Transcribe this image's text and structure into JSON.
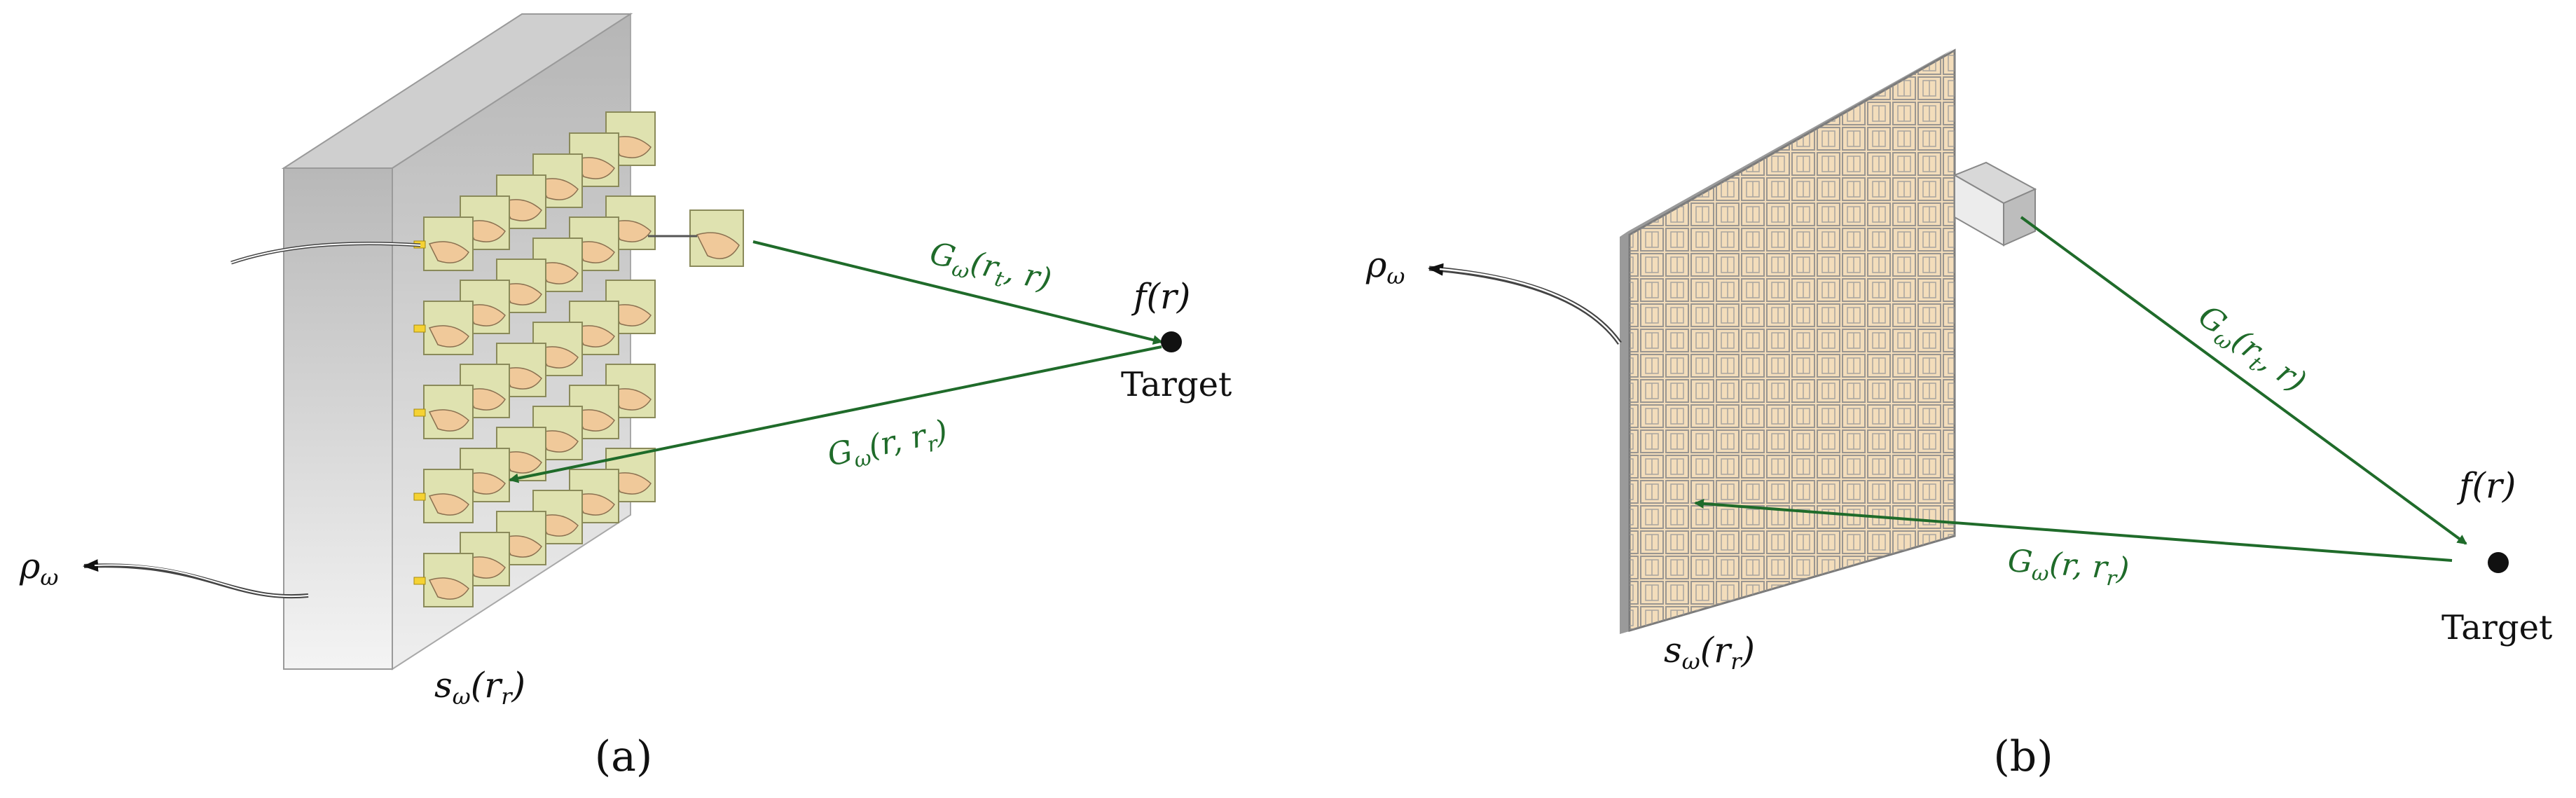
{
  "colors": {
    "arrow_green": "#1f6b2a",
    "panel_beige": "#f3ddbb",
    "panel_cell_line": "#8a8a8a",
    "box_gray": "#c9c9c9",
    "horn_fill": "#e7d29a",
    "feed_yellow": "#f5d233",
    "target": "#111111"
  },
  "panel_a": {
    "caption": "(a)",
    "label_rho": "ρ",
    "label_rho_sub": "ω",
    "label_s": "s",
    "label_s_sub": "ω",
    "label_s_arg": "(r",
    "label_s_arg_sub": "r",
    "label_s_close": ")",
    "tx_path_label": "G",
    "tx_path_sub": "ω",
    "tx_path_args": "(r",
    "tx_path_args_sub": "t",
    "tx_path_args_tail": ", r)",
    "rx_path_label": "G",
    "rx_path_sub": "ω",
    "rx_path_args": "(r, r",
    "rx_path_args_sub": "r",
    "rx_path_args_tail": ")",
    "target_func": "f(r)",
    "target_label": "Target"
  },
  "panel_b": {
    "caption": "(b)",
    "label_rho": "ρ",
    "label_rho_sub": "ω",
    "label_s": "s",
    "label_s_sub": "ω",
    "label_s_arg": "(r",
    "label_s_arg_sub": "r",
    "label_s_close": ")",
    "tx_path_label": "G",
    "tx_path_sub": "ω",
    "tx_path_args": "(r",
    "tx_path_args_sub": "t",
    "tx_path_args_tail": ", r)",
    "rx_path_label": "G",
    "rx_path_sub": "ω",
    "rx_path_args": "(r, r",
    "rx_path_args_sub": "r",
    "rx_path_args_tail": ")",
    "target_func": "f(r)",
    "target_label": "Target"
  }
}
